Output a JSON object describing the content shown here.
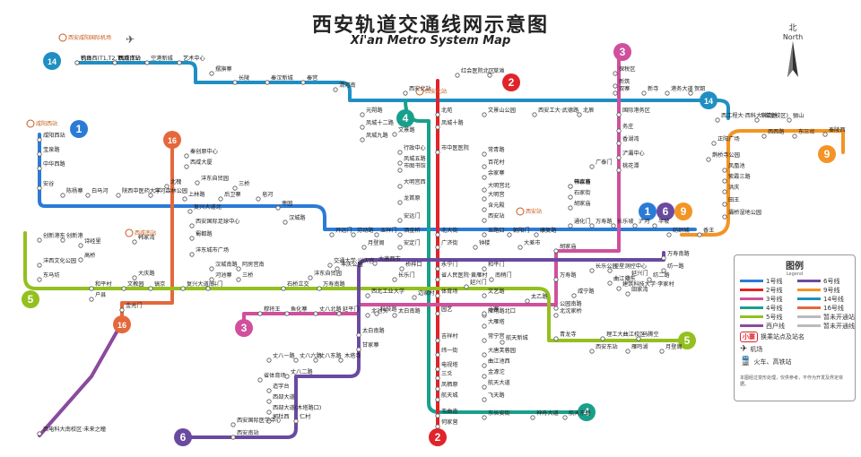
{
  "title": {
    "cn": "西安轨道交通线网示意图",
    "en": "Xi'an Metro System Map"
  },
  "north": {
    "cn": "北",
    "en": "North"
  },
  "lines": [
    {
      "id": "1",
      "color": "#2b7bd6"
    },
    {
      "id": "2",
      "color": "#e0242a"
    },
    {
      "id": "3",
      "color": "#d0509d"
    },
    {
      "id": "4",
      "color": "#19a08c"
    },
    {
      "id": "5",
      "color": "#93c01f"
    },
    {
      "id": "6",
      "color": "#6a4aa0"
    },
    {
      "id": "9",
      "color": "#f39425"
    },
    {
      "id": "14",
      "color": "#1f8fc3"
    },
    {
      "id": "16",
      "color": "#e4683c"
    },
    {
      "id": "西户线",
      "color": "#8a4a9e"
    }
  ],
  "stations": [
    {
      "name": "机场西",
      "sub": "(T1,T2,T3)"
    },
    {
      "name": "机场(T5)"
    },
    {
      "name": "空港新城"
    },
    {
      "name": "艺术中心"
    },
    {
      "name": "摆旗寨"
    },
    {
      "name": "长陵"
    },
    {
      "name": "秦汉新城"
    },
    {
      "name": "秦宫"
    },
    {
      "name": "渭河南"
    },
    {
      "name": "元朔路"
    },
    {
      "name": "凤城十二路"
    },
    {
      "name": "凤城九路"
    },
    {
      "name": "红会医院北区"
    },
    {
      "name": "草滩"
    },
    {
      "name": "西安北站"
    },
    {
      "name": "北苑"
    },
    {
      "name": "凤城十路"
    },
    {
      "name": "文景路"
    },
    {
      "name": "文景山公园"
    },
    {
      "name": "西安工大·武德路"
    },
    {
      "name": "北辰"
    },
    {
      "name": "保税区"
    },
    {
      "name": "新筑"
    },
    {
      "name": "双寨"
    },
    {
      "name": "新寺"
    },
    {
      "name": "港务大道"
    },
    {
      "name": "贺韶"
    },
    {
      "name": "国际港务区"
    },
    {
      "name": "务庄"
    },
    {
      "name": "香湖湾"
    },
    {
      "name": "浐灞中心"
    },
    {
      "name": "广泰门"
    },
    {
      "name": "桃花潭"
    },
    {
      "name": "辛家庙"
    },
    {
      "name": "石家街"
    },
    {
      "name": "胡家庙"
    },
    {
      "name": "通化门"
    },
    {
      "name": "万寿路"
    },
    {
      "name": "长乐坡"
    },
    {
      "name": "浐河"
    },
    {
      "name": "半坡"
    },
    {
      "name": "纺织城"
    },
    {
      "name": "香王"
    },
    {
      "name": "西工程大·西科大(临潼校区)"
    },
    {
      "name": "华清池"
    },
    {
      "name": "骊山"
    },
    {
      "name": "正阳广场"
    },
    {
      "name": "西西路"
    },
    {
      "name": "东三岔"
    },
    {
      "name": "秦陵西"
    },
    {
      "name": "鹊桥寺公园"
    },
    {
      "name": "凤凰池"
    },
    {
      "name": "紫霞三路"
    },
    {
      "name": "洪庆"
    },
    {
      "name": "田王"
    },
    {
      "name": "灞桥湿地公园"
    },
    {
      "name": "咸阳西站"
    },
    {
      "name": "宝泉路"
    },
    {
      "name": "中华西路"
    },
    {
      "name": "安谷"
    },
    {
      "name": "陈杨寨"
    },
    {
      "name": "白马河"
    },
    {
      "name": "陕西中医药大学"
    },
    {
      "name": "沣河森林公园"
    },
    {
      "name": "北槐"
    },
    {
      "name": "秦创原中心"
    },
    {
      "name": "西咸大厦"
    },
    {
      "name": "沣东自贸园"
    },
    {
      "name": "三桥"
    },
    {
      "name": "皂河"
    },
    {
      "name": "枣园"
    },
    {
      "name": "汉城路"
    },
    {
      "name": "上林路"
    },
    {
      "name": "后卫寨"
    },
    {
      "name": "复兴大道北"
    },
    {
      "name": "西安国际足球中心"
    },
    {
      "name": "蜀都路"
    },
    {
      "name": "沣东城市广场"
    },
    {
      "name": "开远门"
    },
    {
      "name": "劳动路"
    },
    {
      "name": "玉祥门"
    },
    {
      "name": "洒金桥"
    },
    {
      "name": "北大街"
    },
    {
      "name": "五路口"
    },
    {
      "name": "朝阳门"
    },
    {
      "name": "康复路"
    },
    {
      "name": "市图书馆"
    },
    {
      "name": "大明宫西"
    },
    {
      "name": "龙首原"
    },
    {
      "name": "安远门"
    },
    {
      "name": "行政中心"
    },
    {
      "name": "凤城五路"
    },
    {
      "name": "常青路"
    },
    {
      "name": "百花村"
    },
    {
      "name": "余家寨"
    },
    {
      "name": "大明宫北"
    },
    {
      "name": "大明宫"
    },
    {
      "name": "含元殿"
    },
    {
      "name": "西安站"
    },
    {
      "name": "市中医医院"
    },
    {
      "name": "韩森寨"
    },
    {
      "name": "胡家庙"
    },
    {
      "name": "长乐公园"
    },
    {
      "name": "万寿路"
    },
    {
      "name": "咸宁路"
    },
    {
      "name": "公园南路"
    },
    {
      "name": "延兴门"
    },
    {
      "name": "田家湾"
    },
    {
      "name": "月登阁"
    },
    {
      "name": "安定门"
    },
    {
      "name": "广济街"
    },
    {
      "name": "钟楼"
    },
    {
      "name": "大差市"
    },
    {
      "name": "交通大学·兴庆宫"
    },
    {
      "name": "大唐西市"
    },
    {
      "name": "桥梓口"
    },
    {
      "name": "永宁门"
    },
    {
      "name": "和平门"
    },
    {
      "name": "长乐门"
    },
    {
      "name": "省人民医院·黄雁村"
    },
    {
      "name": "南稍门"
    },
    {
      "name": "建筑科技大学·李家村"
    },
    {
      "name": "万寿南路"
    },
    {
      "name": "西北工业大学"
    },
    {
      "name": "边家村"
    },
    {
      "name": "体育场"
    },
    {
      "name": "文艺路"
    },
    {
      "name": "太乙路"
    },
    {
      "name": "雁翔路北口"
    },
    {
      "name": "北沈家桥"
    },
    {
      "name": "延兴门"
    },
    {
      "name": "园艺"
    },
    {
      "name": "小寨"
    },
    {
      "name": "大雁塔"
    },
    {
      "name": "北池头"
    },
    {
      "name": "太白南路"
    },
    {
      "name": "吉祥村"
    },
    {
      "name": "纬一街"
    },
    {
      "name": "电视塔"
    },
    {
      "name": "三爻"
    },
    {
      "name": "凤栖原"
    },
    {
      "name": "航天城"
    },
    {
      "name": "韦曲南"
    },
    {
      "name": "何家营"
    },
    {
      "name": "常宁宫"
    },
    {
      "name": "大唐芙蓉园"
    },
    {
      "name": "曲江池西"
    },
    {
      "name": "金滹沱"
    },
    {
      "name": "航天大道"
    },
    {
      "name": "飞天路"
    },
    {
      "name": "东长安街"
    },
    {
      "name": "神舟大道"
    },
    {
      "name": "航天东路"
    },
    {
      "name": "航天新城"
    },
    {
      "name": "青龙寺"
    },
    {
      "name": "理工大曲江校区"
    },
    {
      "name": "马腾空"
    },
    {
      "name": "雁鸣湖"
    },
    {
      "name": "月登阁"
    },
    {
      "name": "西安东站"
    },
    {
      "name": "曲江池东"
    },
    {
      "name": "卫星测控中心"
    },
    {
      "name": "万寿南路"
    },
    {
      "name": "纺一路"
    },
    {
      "name": "纺二路"
    },
    {
      "name": "穆将王"
    },
    {
      "name": "鱼化寨"
    },
    {
      "name": "丈八北路"
    },
    {
      "name": "延平门"
    },
    {
      "name": "科技路"
    },
    {
      "name": "太白南路"
    },
    {
      "name": "甘家寨"
    },
    {
      "name": "木塔寺"
    },
    {
      "name": "丈八东路"
    },
    {
      "name": "丈八一路"
    },
    {
      "name": "丈八六路"
    },
    {
      "name": "丈八二路"
    },
    {
      "name": "省体育场"
    },
    {
      "name": "造字台"
    },
    {
      "name": "西部大道"
    },
    {
      "name": "西部大道(木塔路口)"
    },
    {
      "name": "郭杜西"
    },
    {
      "name": "仁村"
    },
    {
      "name": "西安国际医学中心"
    },
    {
      "name": "西安南站"
    },
    {
      "name": "西电科大南校区·未来之瞳"
    },
    {
      "name": "户县"
    },
    {
      "name": "和平村"
    },
    {
      "name": "文教园"
    },
    {
      "name": "镐京"
    },
    {
      "name": "复兴大道南"
    },
    {
      "name": "斗门"
    },
    {
      "name": "河池寨"
    },
    {
      "name": "汉城南路"
    },
    {
      "name": "三桥"
    },
    {
      "name": "阿房宫南"
    },
    {
      "name": "石桥立交"
    },
    {
      "name": "沣东自贸园"
    },
    {
      "name": "丰庆公园"
    },
    {
      "name": "金光门"
    },
    {
      "name": "大庆路"
    },
    {
      "name": "诗经里"
    },
    {
      "name": "高桥"
    },
    {
      "name": "沣西文化公园"
    },
    {
      "name": "东马坊"
    },
    {
      "name": "创新港东"
    },
    {
      "name": "创新港"
    },
    {
      "name": "韩家湾"
    },
    {
      "name": "钓台"
    },
    {
      "name": "西咸南站"
    }
  ],
  "logos": {
    "airport": "西安咸阳国际机场",
    "north_station": "西安北站",
    "xian_station": "西安站",
    "xixian_south": "西咸南站",
    "xianyang": "咸阳西站"
  },
  "legend": {
    "title": "图例",
    "subtitle": "Legend",
    "items": [
      {
        "label": "1号线",
        "color": "#2b7bd6"
      },
      {
        "label": "2号线",
        "color": "#e0242a"
      },
      {
        "label": "3号线",
        "color": "#d0509d"
      },
      {
        "label": "4号线",
        "color": "#19a08c"
      },
      {
        "label": "5号线",
        "color": "#93c01f"
      },
      {
        "label": "西户线",
        "color": "#8a4a9e"
      },
      {
        "label": "6号线",
        "color": "#6a4aa0"
      },
      {
        "label": "9号线",
        "color": "#f39425"
      },
      {
        "label": "14号线",
        "color": "#1f8fc3"
      },
      {
        "label": "16号线",
        "color": "#e4683c"
      },
      {
        "label": "暂未开通站",
        "color": "#bbbbbb"
      },
      {
        "label": "暂未开通线",
        "color": "#bbbbbb"
      }
    ],
    "transfer": "换乘站点及站名",
    "transfer_example": "小寨",
    "airport": "机场",
    "rail": "火车、高铁站",
    "note": "本图经过变形处理，仅供参考，不作为开发及界定依据。"
  }
}
